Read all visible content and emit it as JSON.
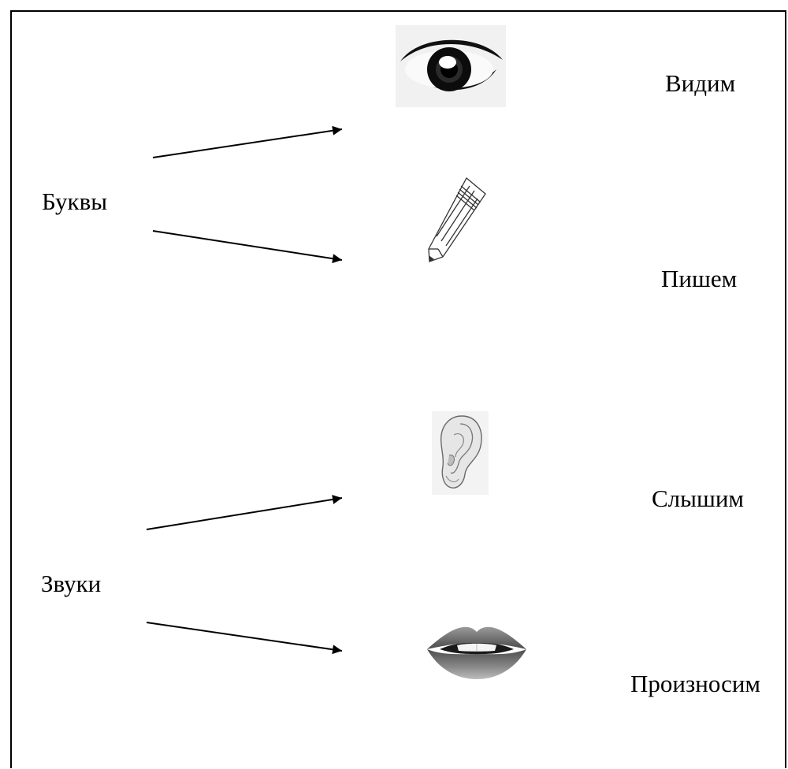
{
  "sources": {
    "letters": "Буквы",
    "sounds": "Звуки"
  },
  "actions": [
    {
      "label": "Видим",
      "icon": "eye-icon"
    },
    {
      "label": "Пишем",
      "icon": "pencil-icon"
    },
    {
      "label": "Слышим",
      "icon": "ear-icon"
    },
    {
      "label": "Произносим",
      "icon": "lips-icon"
    }
  ],
  "arrows": [
    {
      "from": "letters",
      "to": "eye-icon"
    },
    {
      "from": "letters",
      "to": "pencil-icon"
    },
    {
      "from": "sounds",
      "to": "ear-icon"
    },
    {
      "from": "sounds",
      "to": "lips-icon"
    }
  ]
}
